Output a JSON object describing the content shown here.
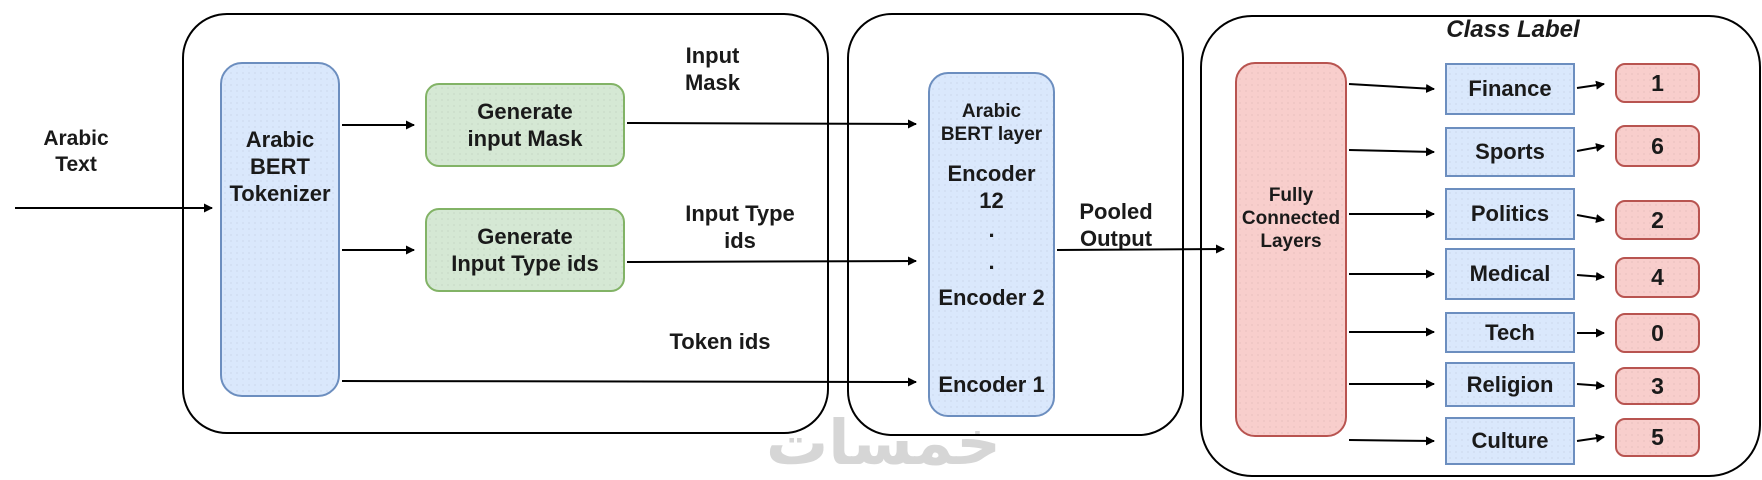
{
  "diagram": {
    "input_label": {
      "lines": [
        "Arabic",
        "Text"
      ]
    },
    "tokenizer": {
      "lines": [
        "Arabic",
        "BERT",
        "Tokenizer"
      ]
    },
    "generators": [
      {
        "lines": [
          "Generate",
          "input Mask"
        ]
      },
      {
        "lines": [
          "Generate",
          "Input Type ids"
        ]
      }
    ],
    "edges": {
      "input_mask": {
        "lines": [
          "Input",
          "Mask"
        ]
      },
      "input_type_ids": {
        "lines": [
          "Input Type",
          "ids"
        ]
      },
      "token_ids": "Token ids",
      "pooled_output": {
        "lines": [
          "Pooled",
          "Output"
        ]
      }
    },
    "bert_layer": {
      "header": {
        "lines": [
          "Arabic",
          "BERT layer"
        ]
      },
      "encoder_top": {
        "lines": [
          "Encoder",
          "12"
        ]
      },
      "dots": [
        ".",
        "."
      ],
      "encoder_2": "Encoder 2",
      "encoder_1": "Encoder 1"
    },
    "fully_connected": {
      "lines": [
        "Fully",
        "Connected",
        "Layers"
      ]
    },
    "class_section_title": "Class Label",
    "classes": [
      {
        "label": "Finance",
        "value": "1"
      },
      {
        "label": "Sports",
        "value": "6"
      },
      {
        "label": "Politics",
        "value": "2"
      },
      {
        "label": "Medical",
        "value": "4"
      },
      {
        "label": "Tech",
        "value": "0"
      },
      {
        "label": "Religion",
        "value": "3"
      },
      {
        "label": "Culture",
        "value": "5"
      }
    ],
    "watermark": "خمسات",
    "colors": {
      "blue_fill": "#dae8fc",
      "blue_border": "#6c8ebf",
      "green_fill": "#d5e8d4",
      "green_border": "#82b366",
      "red_fill": "#f8cecc",
      "red_border": "#b85450",
      "outline": "#000000",
      "watermark_gray": "#d6d6d6"
    }
  }
}
